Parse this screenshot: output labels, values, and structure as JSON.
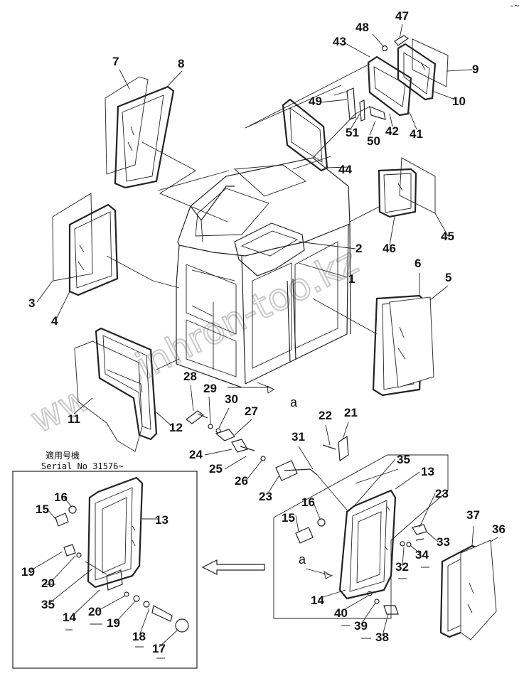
{
  "diagram": {
    "watermark": "www.sinhron-too.kz",
    "note_line1": "適用号機",
    "note_line2": "Serial No 31576~",
    "view_marker": "a",
    "view_marker_inset": "a",
    "corner_mark": "-~",
    "callouts": {
      "c1": "1",
      "c2": "2",
      "c3": "3",
      "c4": "4",
      "c5": "5",
      "c6": "6",
      "c7": "7",
      "c8": "8",
      "c9": "9",
      "c10": "10",
      "c11": "11",
      "c12": "12",
      "c13a": "13",
      "c13b": "13",
      "c14a": "14",
      "c14b": "14",
      "c15a": "15",
      "c15b": "15",
      "c16a": "16",
      "c16b": "16",
      "c17": "17",
      "c18": "18",
      "c19a": "19",
      "c19b": "19",
      "c20a": "20",
      "c20b": "20",
      "c21": "21",
      "c22": "22",
      "c23a": "23",
      "c23b": "23",
      "c24": "24",
      "c25": "25",
      "c26": "26",
      "c27": "27",
      "c28": "28",
      "c29": "29",
      "c30": "30",
      "c31": "31",
      "c32": "32",
      "c33": "33",
      "c34": "34",
      "c35a": "35",
      "c35b": "35",
      "c36": "36",
      "c37": "37",
      "c38": "38",
      "c39": "39",
      "c40": "40",
      "c41": "41",
      "c42": "42",
      "c43": "43",
      "c44": "44",
      "c45": "45",
      "c46": "46",
      "c47": "47",
      "c48": "48",
      "c49": "49",
      "c50": "50",
      "c51": "51"
    }
  }
}
